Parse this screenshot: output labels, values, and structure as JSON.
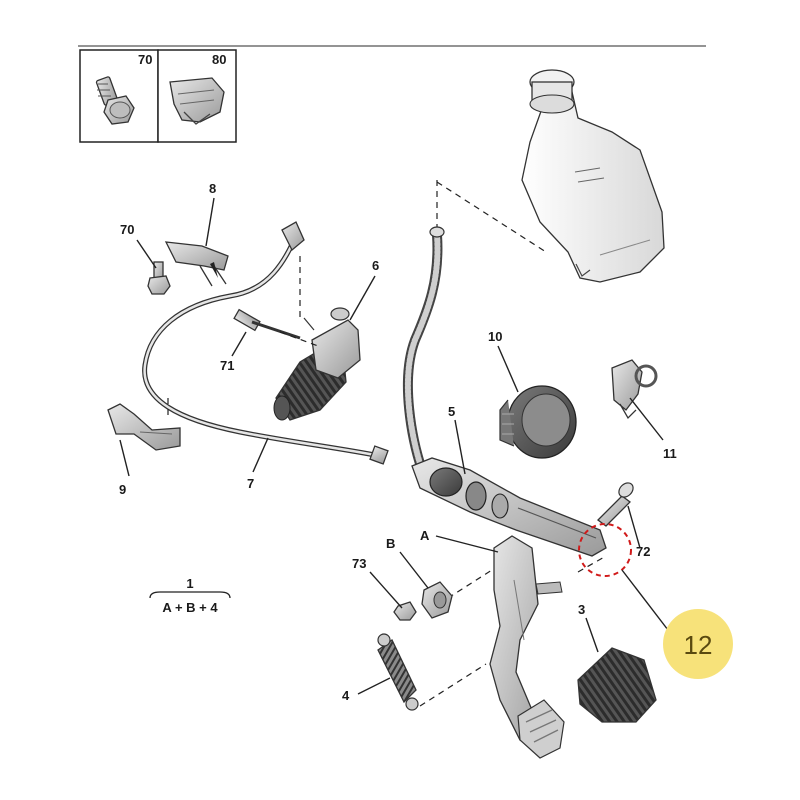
{
  "inset": {
    "boxes": [
      {
        "label": "70",
        "icon": "bolt-icon"
      },
      {
        "label": "80",
        "icon": "clip-icon"
      }
    ]
  },
  "callouts": {
    "c8": "8",
    "c70": "70",
    "c6": "6",
    "c71": "71",
    "c10": "10",
    "c5": "5",
    "c11": "11",
    "c9": "9",
    "c7": "7",
    "cA": "A",
    "c72": "72",
    "cB": "B",
    "c73": "73",
    "c3": "3",
    "c4": "4",
    "c12": "12"
  },
  "formula": {
    "number": "1",
    "expression": "A + B + 4"
  },
  "colors": {
    "highlight_badge": "#f7e27a",
    "highlight_ring": "#d11a1a"
  }
}
